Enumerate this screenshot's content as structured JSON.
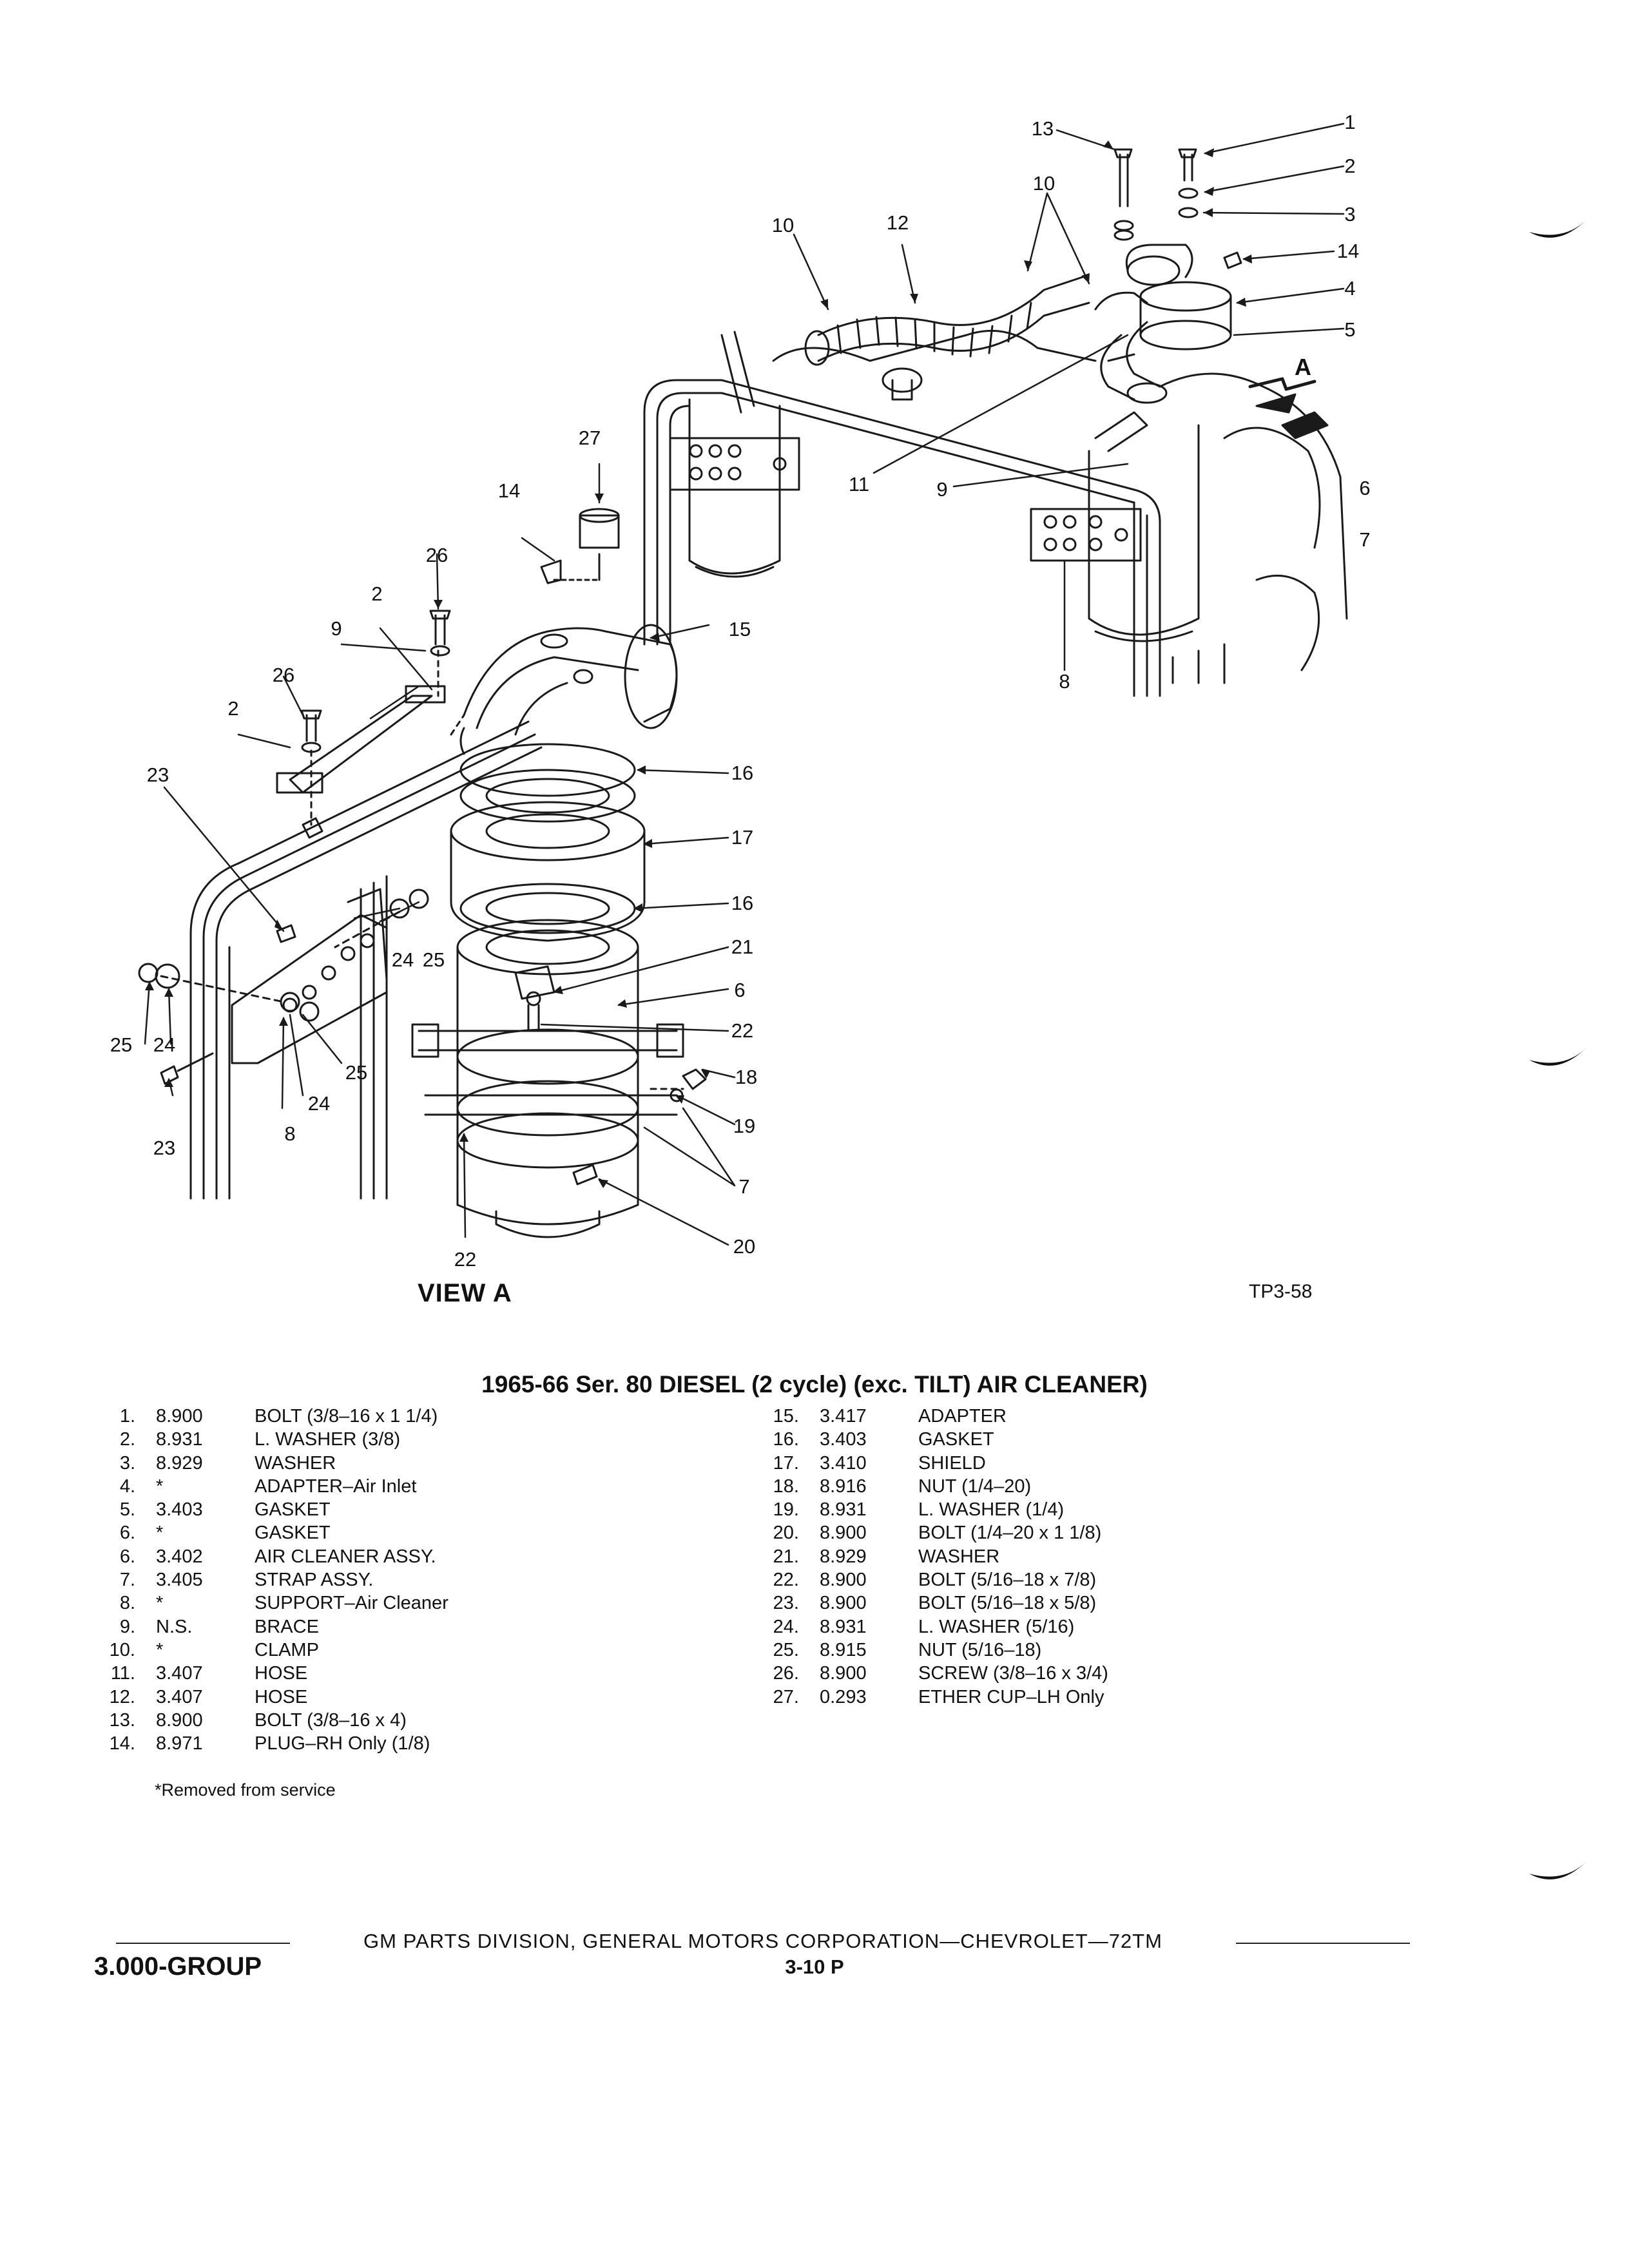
{
  "diagram": {
    "callouts": [
      "1",
      "2",
      "3",
      "14",
      "4",
      "5",
      "13",
      "10",
      "10",
      "12",
      "A",
      "6",
      "7",
      "11",
      "9",
      "8",
      "27",
      "14",
      "26",
      "15",
      "2",
      "9",
      "26",
      "2",
      "16",
      "23",
      "17",
      "16",
      "21",
      "6",
      "22",
      "18",
      "19",
      "7",
      "20",
      "22",
      "25",
      "24",
      "24",
      "25",
      "8",
      "24",
      "25",
      "23"
    ]
  },
  "view_label": "VIEW A",
  "figure_code": "TP3-58",
  "title": "1965-66 Ser. 80 DIESEL (2 cycle) (exc. TILT) AIR CLEANER)",
  "parts_left": [
    {
      "num": "1.",
      "group": "8.900",
      "desc": "BOLT (3/8–16 x 1 1/4)"
    },
    {
      "num": "2.",
      "group": "8.931",
      "desc": "L. WASHER (3/8)"
    },
    {
      "num": "3.",
      "group": "8.929",
      "desc": "WASHER"
    },
    {
      "num": "4.",
      "group": "*",
      "desc": "ADAPTER–Air Inlet"
    },
    {
      "num": "5.",
      "group": "3.403",
      "desc": "GASKET"
    },
    {
      "num": "6.",
      "group": "*",
      "desc": "GASKET"
    },
    {
      "num": "6.",
      "group": "3.402",
      "desc": "AIR CLEANER ASSY."
    },
    {
      "num": "7.",
      "group": "3.405",
      "desc": "STRAP ASSY."
    },
    {
      "num": "8.",
      "group": "*",
      "desc": "SUPPORT–Air Cleaner"
    },
    {
      "num": "9.",
      "group": "N.S.",
      "desc": "BRACE"
    },
    {
      "num": "10.",
      "group": "*",
      "desc": "CLAMP"
    },
    {
      "num": "11.",
      "group": "3.407",
      "desc": "HOSE"
    },
    {
      "num": "12.",
      "group": "3.407",
      "desc": "HOSE"
    },
    {
      "num": "13.",
      "group": "8.900",
      "desc": "BOLT (3/8–16 x 4)"
    },
    {
      "num": "14.",
      "group": "8.971",
      "desc": "PLUG–RH Only (1/8)"
    }
  ],
  "parts_right": [
    {
      "num": "15.",
      "group": "3.417",
      "desc": "ADAPTER"
    },
    {
      "num": "16.",
      "group": "3.403",
      "desc": "GASKET"
    },
    {
      "num": "17.",
      "group": "3.410",
      "desc": "SHIELD"
    },
    {
      "num": "18.",
      "group": "8.916",
      "desc": "NUT (1/4–20)"
    },
    {
      "num": "19.",
      "group": "8.931",
      "desc": "L. WASHER (1/4)"
    },
    {
      "num": "20.",
      "group": "8.900",
      "desc": "BOLT (1/4–20 x 1 1/8)"
    },
    {
      "num": "21.",
      "group": "8.929",
      "desc": "WASHER"
    },
    {
      "num": "22.",
      "group": "8.900",
      "desc": "BOLT (5/16–18 x 7/8)"
    },
    {
      "num": "23.",
      "group": "8.900",
      "desc": "BOLT (5/16–18 x 5/8)"
    },
    {
      "num": "24.",
      "group": "8.931",
      "desc": "L. WASHER (5/16)"
    },
    {
      "num": "25.",
      "group": "8.915",
      "desc": "NUT (5/16–18)"
    },
    {
      "num": "26.",
      "group": "8.900",
      "desc": "SCREW (3/8–16 x 3/4)"
    },
    {
      "num": "27.",
      "group": "0.293",
      "desc": "ETHER CUP–LH Only"
    }
  ],
  "footnote": "*Removed from service",
  "footer_text": "GM PARTS DIVISION, GENERAL MOTORS CORPORATION—CHEVROLET—72TM",
  "group_label": "3.000-GROUP",
  "page_number": "3-10 P"
}
